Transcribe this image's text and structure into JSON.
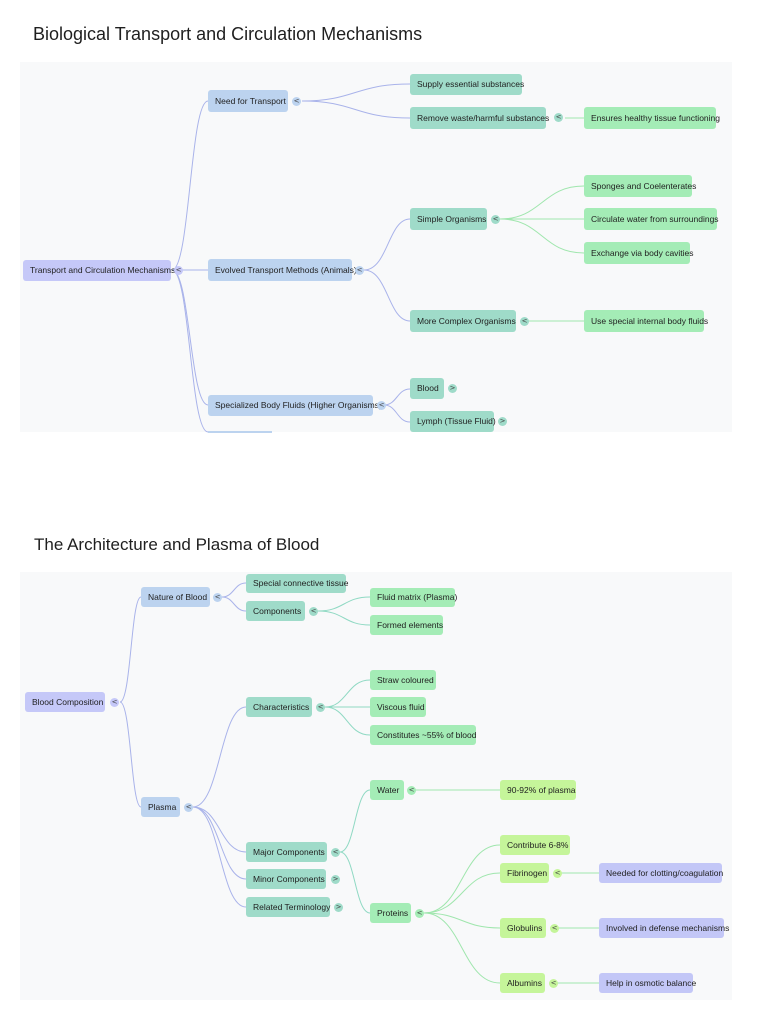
{
  "maps": [
    {
      "title": "Biological Transport and Circulation Mechanisms",
      "subtitle": "",
      "nodes": {
        "root": {
          "label": "Transport and Circulation Mechanisms",
          "toggle": "<"
        },
        "need": {
          "label": "Need for Transport",
          "toggle": "<"
        },
        "supply": {
          "label": "Supply essential substances"
        },
        "remove": {
          "label": "Remove waste/harmful substances",
          "toggle": "<"
        },
        "ensures": {
          "label": "Ensures healthy tissue functioning"
        },
        "evolved": {
          "label": "Evolved Transport Methods (Animals)",
          "toggle": "<"
        },
        "simple": {
          "label": "Simple Organisms",
          "toggle": "<"
        },
        "sponges": {
          "label": "Sponges and Coelenterates"
        },
        "circulate": {
          "label": "Circulate water from surroundings"
        },
        "exchange": {
          "label": "Exchange via body cavities"
        },
        "complex": {
          "label": "More Complex Organisms",
          "toggle": "<"
        },
        "special_fluids": {
          "label": "Use special internal body fluids"
        },
        "specialized": {
          "label": "Specialized Body Fluids (Higher Organisms)",
          "toggle": "<"
        },
        "blood": {
          "label": "Blood",
          "toggle": ">"
        },
        "lymph": {
          "label": "Lymph (Tissue Fluid)",
          "toggle": ">"
        }
      }
    },
    {
      "title": "The Architecture and Plasma of Blood",
      "subtitle": "",
      "nodes": {
        "root": {
          "label": "Blood Composition",
          "toggle": "<"
        },
        "nature": {
          "label": "Nature of Blood",
          "toggle": "<"
        },
        "special_ct": {
          "label": "Special connective tissue"
        },
        "components": {
          "label": "Components",
          "toggle": "<"
        },
        "fluid_matrix": {
          "label": "Fluid matrix (Plasma)"
        },
        "formed": {
          "label": "Formed elements"
        },
        "plasma": {
          "label": "Plasma",
          "toggle": "<"
        },
        "characteristics": {
          "label": "Characteristics",
          "toggle": "<"
        },
        "straw": {
          "label": "Straw coloured"
        },
        "viscous": {
          "label": "Viscous fluid"
        },
        "constitutes": {
          "label": "Constitutes ~55% of blood"
        },
        "major": {
          "label": "Major Components",
          "toggle": "<"
        },
        "minor": {
          "label": "Minor Components",
          "toggle": ">"
        },
        "related": {
          "label": "Related Terminology",
          "toggle": ">"
        },
        "water": {
          "label": "Water",
          "toggle": "<"
        },
        "water_pct": {
          "label": "90-92% of plasma"
        },
        "proteins": {
          "label": "Proteins",
          "toggle": "<"
        },
        "contribute": {
          "label": "Contribute 6-8%"
        },
        "fibrinogen": {
          "label": "Fibrinogen",
          "toggle": "<"
        },
        "clotting": {
          "label": "Needed for clotting/coagulation"
        },
        "globulins": {
          "label": "Globulins",
          "toggle": "<"
        },
        "defense": {
          "label": "Involved in defense mechanisms"
        },
        "albumins": {
          "label": "Albumins",
          "toggle": "<"
        },
        "osmotic": {
          "label": "Help in osmotic balance"
        }
      }
    }
  ],
  "colors": {
    "edge_blue": "#a9b3ea",
    "edge_teal": "#8fd9c3",
    "edge_green": "#9fe6ad"
  }
}
